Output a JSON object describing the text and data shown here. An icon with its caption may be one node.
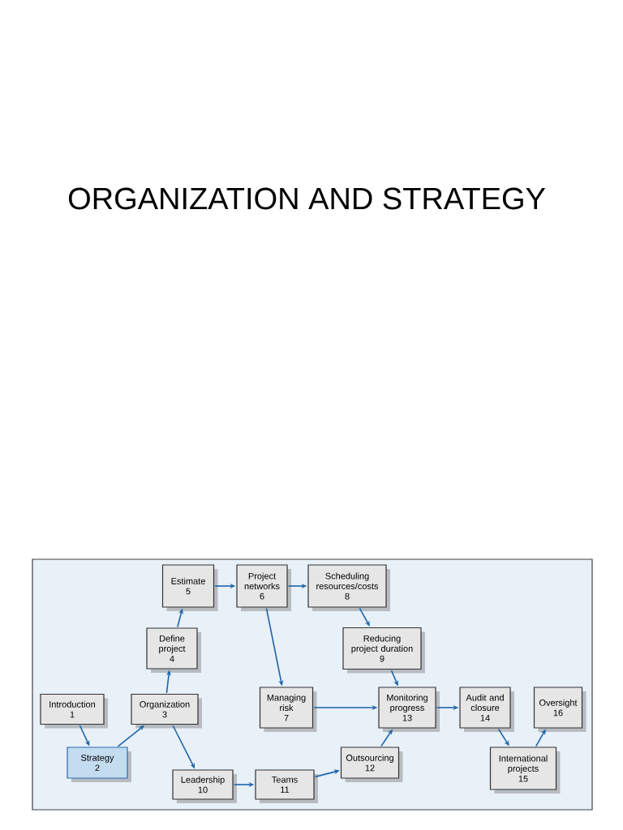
{
  "diagram": {
    "title": "ORGANIZATION AND STRATEGY",
    "nodes": [
      {
        "text": [
          "Introduction",
          "1"
        ]
      },
      {
        "text": [
          "Strategy",
          "2"
        ]
      },
      {
        "text": [
          "Organization",
          "3"
        ]
      },
      {
        "text": [
          "Define project",
          "4"
        ]
      },
      {
        "text": [
          "Estimate",
          "5"
        ]
      },
      {
        "text": [
          "Project networks",
          "6"
        ]
      },
      {
        "text": [
          "Managing risk",
          "7"
        ]
      },
      {
        "text": [
          "Scheduling resources/costs",
          "8"
        ]
      },
      {
        "text": [
          "Reducing project duration",
          "9"
        ]
      },
      {
        "text": [
          "Leadership",
          "10"
        ]
      },
      {
        "text": [
          "Teams",
          "11"
        ]
      },
      {
        "text": [
          "Outsourcing",
          "12"
        ]
      },
      {
        "text": [
          "Monitoring progress",
          "13"
        ]
      },
      {
        "text": [
          "Audit and closure",
          "14"
        ]
      },
      {
        "text": [
          "International projects",
          "15"
        ]
      },
      {
        "text": [
          "Oversight",
          "16"
        ]
      }
    ],
    "edges": [
      {
        "from": 0,
        "to": 1,
        "arrow": "to"
      },
      {
        "from": 1,
        "to": 2,
        "arrow": "to"
      },
      {
        "from": 2,
        "to": 3,
        "arrow": "to"
      },
      {
        "from": 3,
        "to": 4,
        "arrow": "to"
      },
      {
        "from": 4,
        "to": 5,
        "arrow": "to"
      },
      {
        "from": 5,
        "to": 7,
        "arrow": "to"
      },
      {
        "from": 5,
        "to": 6,
        "arrow": "to"
      },
      {
        "from": 7,
        "to": 8,
        "arrow": "to"
      },
      {
        "from": 2,
        "to": 9,
        "arrow": "to"
      },
      {
        "from": 9,
        "to": 10,
        "arrow": "to"
      },
      {
        "from": 10,
        "to": 11,
        "arrow": "to"
      },
      {
        "from": 8,
        "to": 12,
        "arrow": "to"
      },
      {
        "from": 6,
        "to": 12,
        "arrow": "to"
      },
      {
        "from": 11,
        "to": 12,
        "arrow": "to"
      },
      {
        "from": 12,
        "to": 13,
        "arrow": "to"
      },
      {
        "from": 13,
        "to": 14,
        "arrow": "to"
      },
      {
        "from": 14,
        "to": 15,
        "arrow": "to"
      }
    ]
  }
}
